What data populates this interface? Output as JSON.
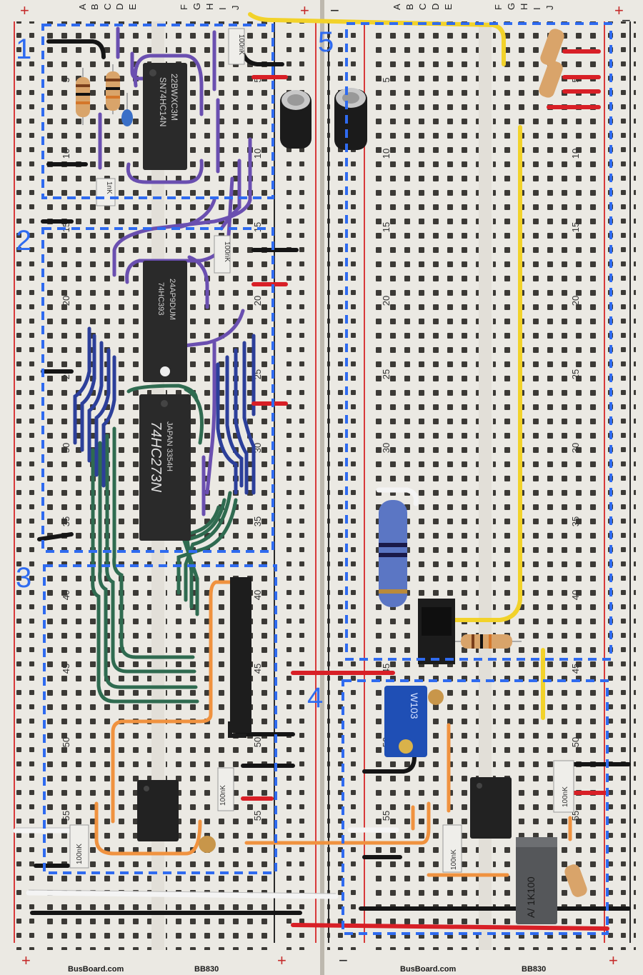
{
  "board": {
    "left": {
      "brand": "BusBoard.com",
      "model": "BB830",
      "column_letters_left": [
        "A",
        "B",
        "C",
        "D",
        "E"
      ],
      "column_letters_right": [
        "F",
        "G",
        "H",
        "I",
        "J"
      ],
      "row_numbers": [
        "5",
        "10",
        "15",
        "20",
        "25",
        "30",
        "35",
        "40",
        "45",
        "50",
        "55"
      ]
    },
    "right": {
      "brand": "BusBoard.com",
      "model": "BB830",
      "column_letters_left": [
        "A",
        "B",
        "C",
        "D",
        "E"
      ],
      "column_letters_right": [
        "F",
        "G",
        "H",
        "I",
        "J"
      ],
      "row_numbers": [
        "5",
        "10",
        "15",
        "20",
        "25",
        "30",
        "35",
        "40",
        "45",
        "50",
        "55"
      ]
    },
    "rail_plus": "+",
    "rail_minus": "−"
  },
  "chips": {
    "u1": "SN74HC14N",
    "u1_code": "22BWXC3M",
    "u2": "74HC393",
    "u2_code": "24AP9DUM",
    "u3": "74HC273N",
    "u3_code": "JAPAN 3354H"
  },
  "parts": {
    "cap_100nk": "100nK",
    "cap_1nk": "1nK",
    "trimpot": "W103",
    "transformer": "A/ 1K100"
  },
  "sections": [
    "1",
    "2",
    "3",
    "4",
    "5"
  ],
  "colors": {
    "board": "#ebe9e3",
    "rail_red": "#d83a3a",
    "rail_blue": "#2a2a2a",
    "annot_blue": "#2f6bf0",
    "wire_purple": "#6a4fb0",
    "wire_blue": "#2c3f9a",
    "wire_green": "#2f6b50",
    "wire_orange": "#f0923f",
    "wire_yellow": "#f2d22a",
    "wire_red": "#d81f26",
    "wire_black": "#151515",
    "wire_white": "#f4f4f4"
  }
}
